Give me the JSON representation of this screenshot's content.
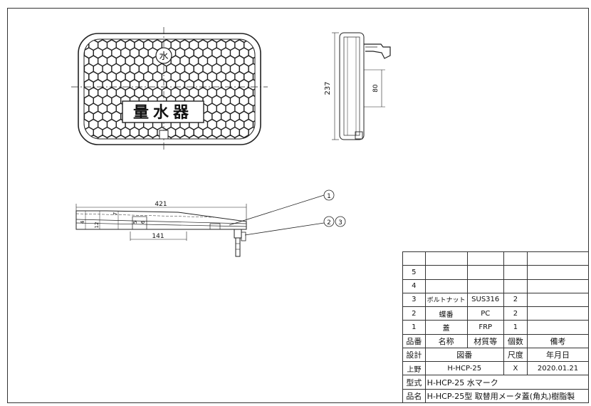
{
  "drawing": {
    "plate_label": "量水器",
    "logo_char": "水",
    "dims": {
      "height_total": "237",
      "hinge_height": "80",
      "length_total": "421",
      "span": "141",
      "d4": "4",
      "d12": "12",
      "d7": "7",
      "d5": "5",
      "d6": "6"
    },
    "balloons": [
      "1",
      "2",
      "3"
    ]
  },
  "title_block": {
    "parts": [
      {
        "no": "5",
        "name": "",
        "material": "",
        "qty": "",
        "note": ""
      },
      {
        "no": "4",
        "name": "",
        "material": "",
        "qty": "",
        "note": ""
      },
      {
        "no": "3",
        "name": "ボルトナット",
        "material": "SUS316",
        "qty": "2",
        "note": ""
      },
      {
        "no": "2",
        "name": "蝶番",
        "material": "PC",
        "qty": "2",
        "note": ""
      },
      {
        "no": "1",
        "name": "蓋",
        "material": "FRP",
        "qty": "1",
        "note": ""
      }
    ],
    "headers": {
      "no": "品番",
      "name": "名称",
      "material": "材質等",
      "qty": "個数",
      "note": "備考"
    },
    "labels": {
      "design": "設計",
      "drawing_no": "図番",
      "scale": "尺度",
      "date": "年月日"
    },
    "values": {
      "designer": "上野",
      "drawing_no": "H-HCP-25",
      "scale": "X",
      "date": "2020.01.21"
    },
    "model_label": "型式",
    "model_value": "H-HCP-25  水マーク",
    "product_label": "品名",
    "product_value": "H-HCP-25型  取替用メータ蓋(角丸)樹脂製"
  }
}
